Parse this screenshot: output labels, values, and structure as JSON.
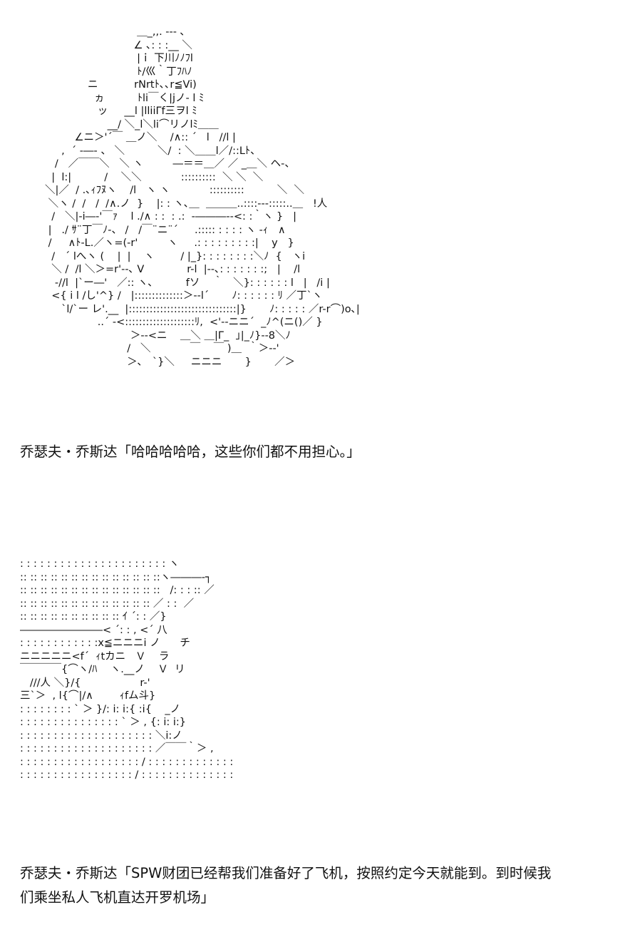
{
  "panels": [
    {
      "art": "                                 ＿_,,. -‐- ､\n                                ∠ ､: : :__ ＼\n                                 |ｉ 下川ﾉﾉﾌl\n                                 ﾄ/巛｀丁ﾌﾊﾉ\n                  ニ           rNrtﾄ､､r≦Vi)\n                    ヵ          ﾄli￣く|jノ- l ﾐ\n                     ッ     __l |lliiΓf三ヲl ﾐ\n                        __/ ＼_l＼li⌒リノlﾐ＿＿\n              ∠ニ＞'´￣ ＿ノ＼    /∧:: ´   l   //l |\n          ,  ´ ‐―‐ 、 ＼          ＼/  : ＼＿＿l／/::Lﾄ、\n        /   ／￣￣＼   ＼ ヽ         ―＝＝＿／ ／ _＿＼ ヘ-、\n       |  l:|          /    ＼＼            ::::::::::  ＼ ＼  ＼\n     ＼|／  / .､ｨﾌﾇヽ    /l   ヽ ヽ            ::::::::::          ＼  ＼\n      ＼ヽ /  /   /  /∧.ノ  }    |: : ヽ､＿  ＿＿＿..::::-‐‐:::::..＿   !人\n       /   ＼|-i―‐'￣ｧ    l ./∧ : :  : .:  -―――--<: :｀ヽ }   |\n      |   ./ ｻ¨丁￣ﾉ-、 /   /￣¨ニ¨´     .::::: : : : : ヽ -ｨ   ∧\n      /     ∧ﾄ-L.／ヽ=(-r'         ヽ     .: : : : : : : : :|    y   }\n       /   ´ lへヽ (    |  |    ヽ        / |_}: : : : : : : :＼ﾉ  {   ヽi\n       ＼ /  /l ＼＞=r'--､ V             r-l  |--､: : : : : : :;   |    /l\n        -//l  |`ー―'   ／:: ヽ､          fソ    ｀   ＼}: : : : : : l   |   /i |\n       <{ i l /し'^} /   |::::::::::::::＞--l´       ﾉ: : : : : : ﾘ ／丁`ヽ\n          `l/`ー レ'.__  |:::::::::::::::::::::::::::::::|}       ﾉ: : : : : ／r-r⌒)o､|\n                     ..´ -<::::::::::::::::::::ﾘ,  <'--ニニ´  _ﾉ^(ニ()／ }\n                               ＞--<ニ    ＿＼ ＿|Γ_  ｣|_ﾉ}--8＼ﾉ\n                              /   ＼            ￣    ￣ )＿  ｀＞--'\n                              ＞､   `}＼     ニニニ       }       ／＞",
      "caption": "乔瑟夫・乔斯达「哈哈哈哈哈，这些你们都不用担心。」"
    },
    {
      "art": ": : : : : : : : : : : : : : : : : : : : : : ヽ\n:: :: :: :: :: :: :: :: :: :: :: :: :: ::ヽ―――‐┐\n:: :: :: :: :: :: :: :: :: :: :: :: :: ::   /: : : :: ／\n:: :: :: :: :: :: :: :: :: :: :: :: :: ／ : :  ／\n:: :: :: :: :: :: :: :: :: :: ｲ ´: : ／}\n――――――――< ´: : , <´ 八\n: : : : : : : : : : : :x≦ニニニi ノ      チ\nニニニニニ<f´  ｨtカニ   Ｖ    ラ\n￣￣￣￣{⌒ヽ/ﾊ    ヽ.__ノ    Ｖ  リ\n   ///人 ＼}/{                  r-'\n三`＞  , l{⌒|/∧        ｨfム斗}\n: : : : : : : : ` ＞ }/: i: i:{ :i{    _ノ\n: : : : : : : : : : : : : : : ` ＞ , {: i: i:}\n: : : : : : : : : : : : : : : : : : : : ＼i:ノ\n: : : : : : : : : : : : : : : : : : : : ／￣￣｀＞ ,\n: : : : : : : : : : : : : : : : : : / : : : : : : : : : : : : :\n: : : : : : : : : : : : : : : : : / : : : : : : : : : : : : : :",
      "caption": "乔瑟夫・乔斯达「SPW财团已经帮我们准备好了飞机，按照约定今天就能到。到时候我们乘坐私人飞机直达开罗机场」"
    }
  ]
}
